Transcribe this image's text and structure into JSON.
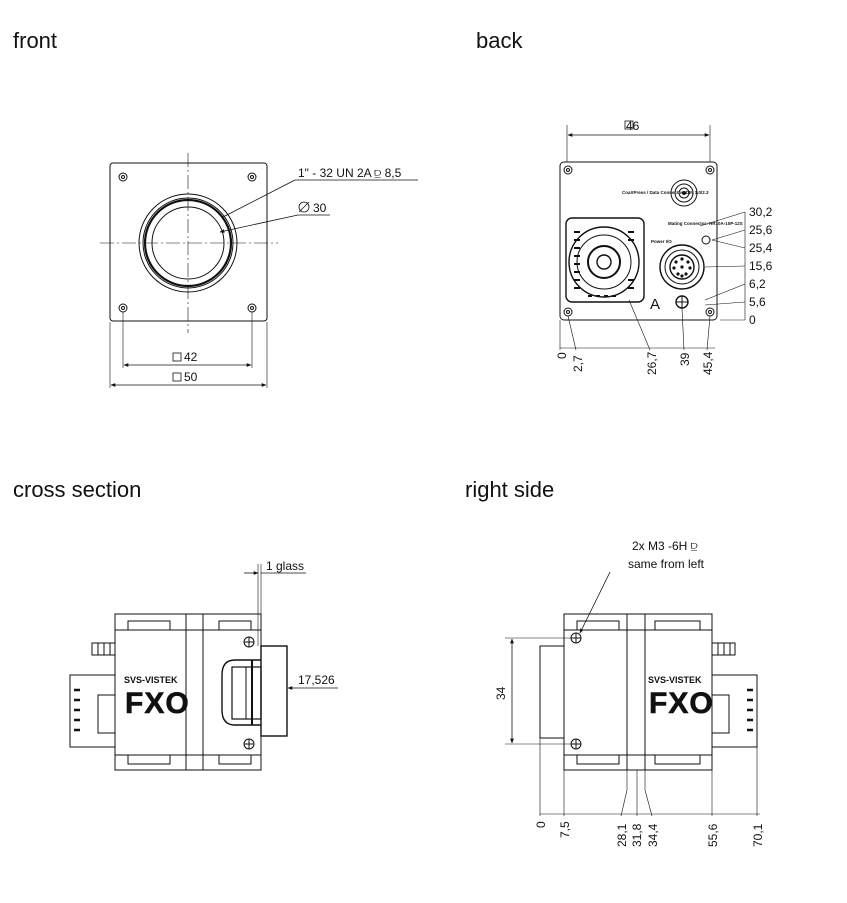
{
  "views": {
    "front": {
      "title": "front",
      "thread_label": "1\" - 32 UN 2A ⫒ 8,5",
      "diameter_label": "30",
      "dim_inner": "42",
      "dim_outer": "50"
    },
    "back": {
      "title": "back",
      "dim_top": "46",
      "coaxpress_label": "CoaXPress / Data Connector: DIN 1.0/2.3",
      "mating_label": "Mating Connector: HR10A-10P-12S",
      "power_label": "Power I/O",
      "connector_letter": "A",
      "right_dims": [
        "30,2",
        "25,6",
        "25,4",
        "15,6",
        "6,2",
        "5,6",
        "0"
      ],
      "bottom_dims": [
        "0",
        "2,7",
        "26,7",
        "39",
        "45,4"
      ]
    },
    "cross_section": {
      "title": "cross section",
      "glass_label": "1 glass",
      "flange_label": "17,526",
      "brand": "SVS-VISTEK",
      "model": "FXO"
    },
    "right_side": {
      "title": "right side",
      "screw_label_line1": "2x M3 -6H ⫒",
      "screw_label_line2": "same from left",
      "height_dim": "34",
      "bottom_dims": [
        "0",
        "7,5",
        "28,1",
        "31,8",
        "34,4",
        "55,6",
        "70,1"
      ],
      "brand": "SVS-VISTEK",
      "model": "FXO"
    }
  }
}
